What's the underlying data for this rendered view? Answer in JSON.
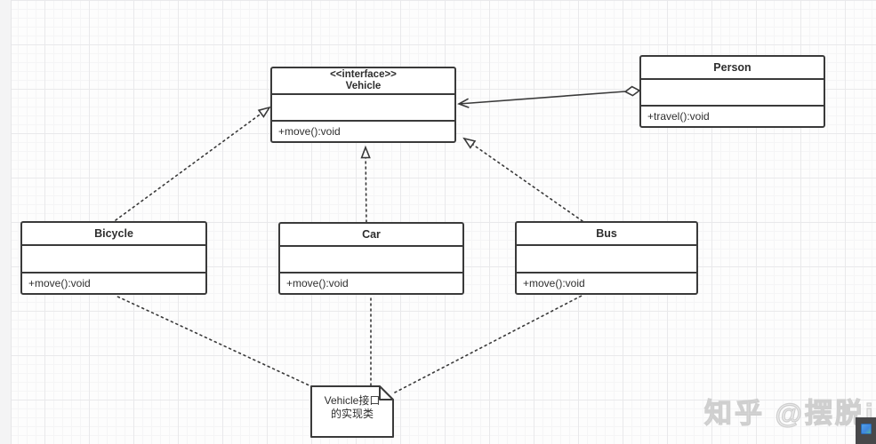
{
  "diagram": {
    "vehicle": {
      "stereotype": "<<interface>>",
      "name": "Vehicle",
      "method": "+move():void"
    },
    "person": {
      "name": "Person",
      "method": "+travel():void"
    },
    "bicycle": {
      "name": "Bicycle",
      "method": "+move():void"
    },
    "car": {
      "name": "Car",
      "method": "+move():void"
    },
    "bus": {
      "name": "Bus",
      "method": "+move():void"
    },
    "note": {
      "line1": "Vehicle接口",
      "line2": "的实现类"
    },
    "relations": [
      {
        "from": "Bicycle",
        "to": "Vehicle",
        "type": "realization-dashed-hollow-triangle"
      },
      {
        "from": "Car",
        "to": "Vehicle",
        "type": "realization-dashed-hollow-triangle"
      },
      {
        "from": "Bus",
        "to": "Vehicle",
        "type": "realization-dashed-hollow-triangle"
      },
      {
        "from": "Person",
        "to": "Vehicle",
        "type": "aggregation-open-arrow-with-diamond"
      },
      {
        "from": "note",
        "to": "Bicycle",
        "type": "note-anchor-dotted"
      },
      {
        "from": "note",
        "to": "Car",
        "type": "note-anchor-dotted"
      },
      {
        "from": "note",
        "to": "Bus",
        "type": "note-anchor-dotted"
      }
    ]
  },
  "watermark": {
    "text": "知乎 @摆脱i"
  },
  "colors": {
    "line": "#3a3a3a",
    "box_fill": "#ffffff",
    "grid_minor": "#f5f5f6",
    "grid_major": "#e9e9eb",
    "watermark": "#cfcfcf",
    "corner_tool_bg": "#48484a",
    "corner_tool_icon": "#3f86e0"
  }
}
